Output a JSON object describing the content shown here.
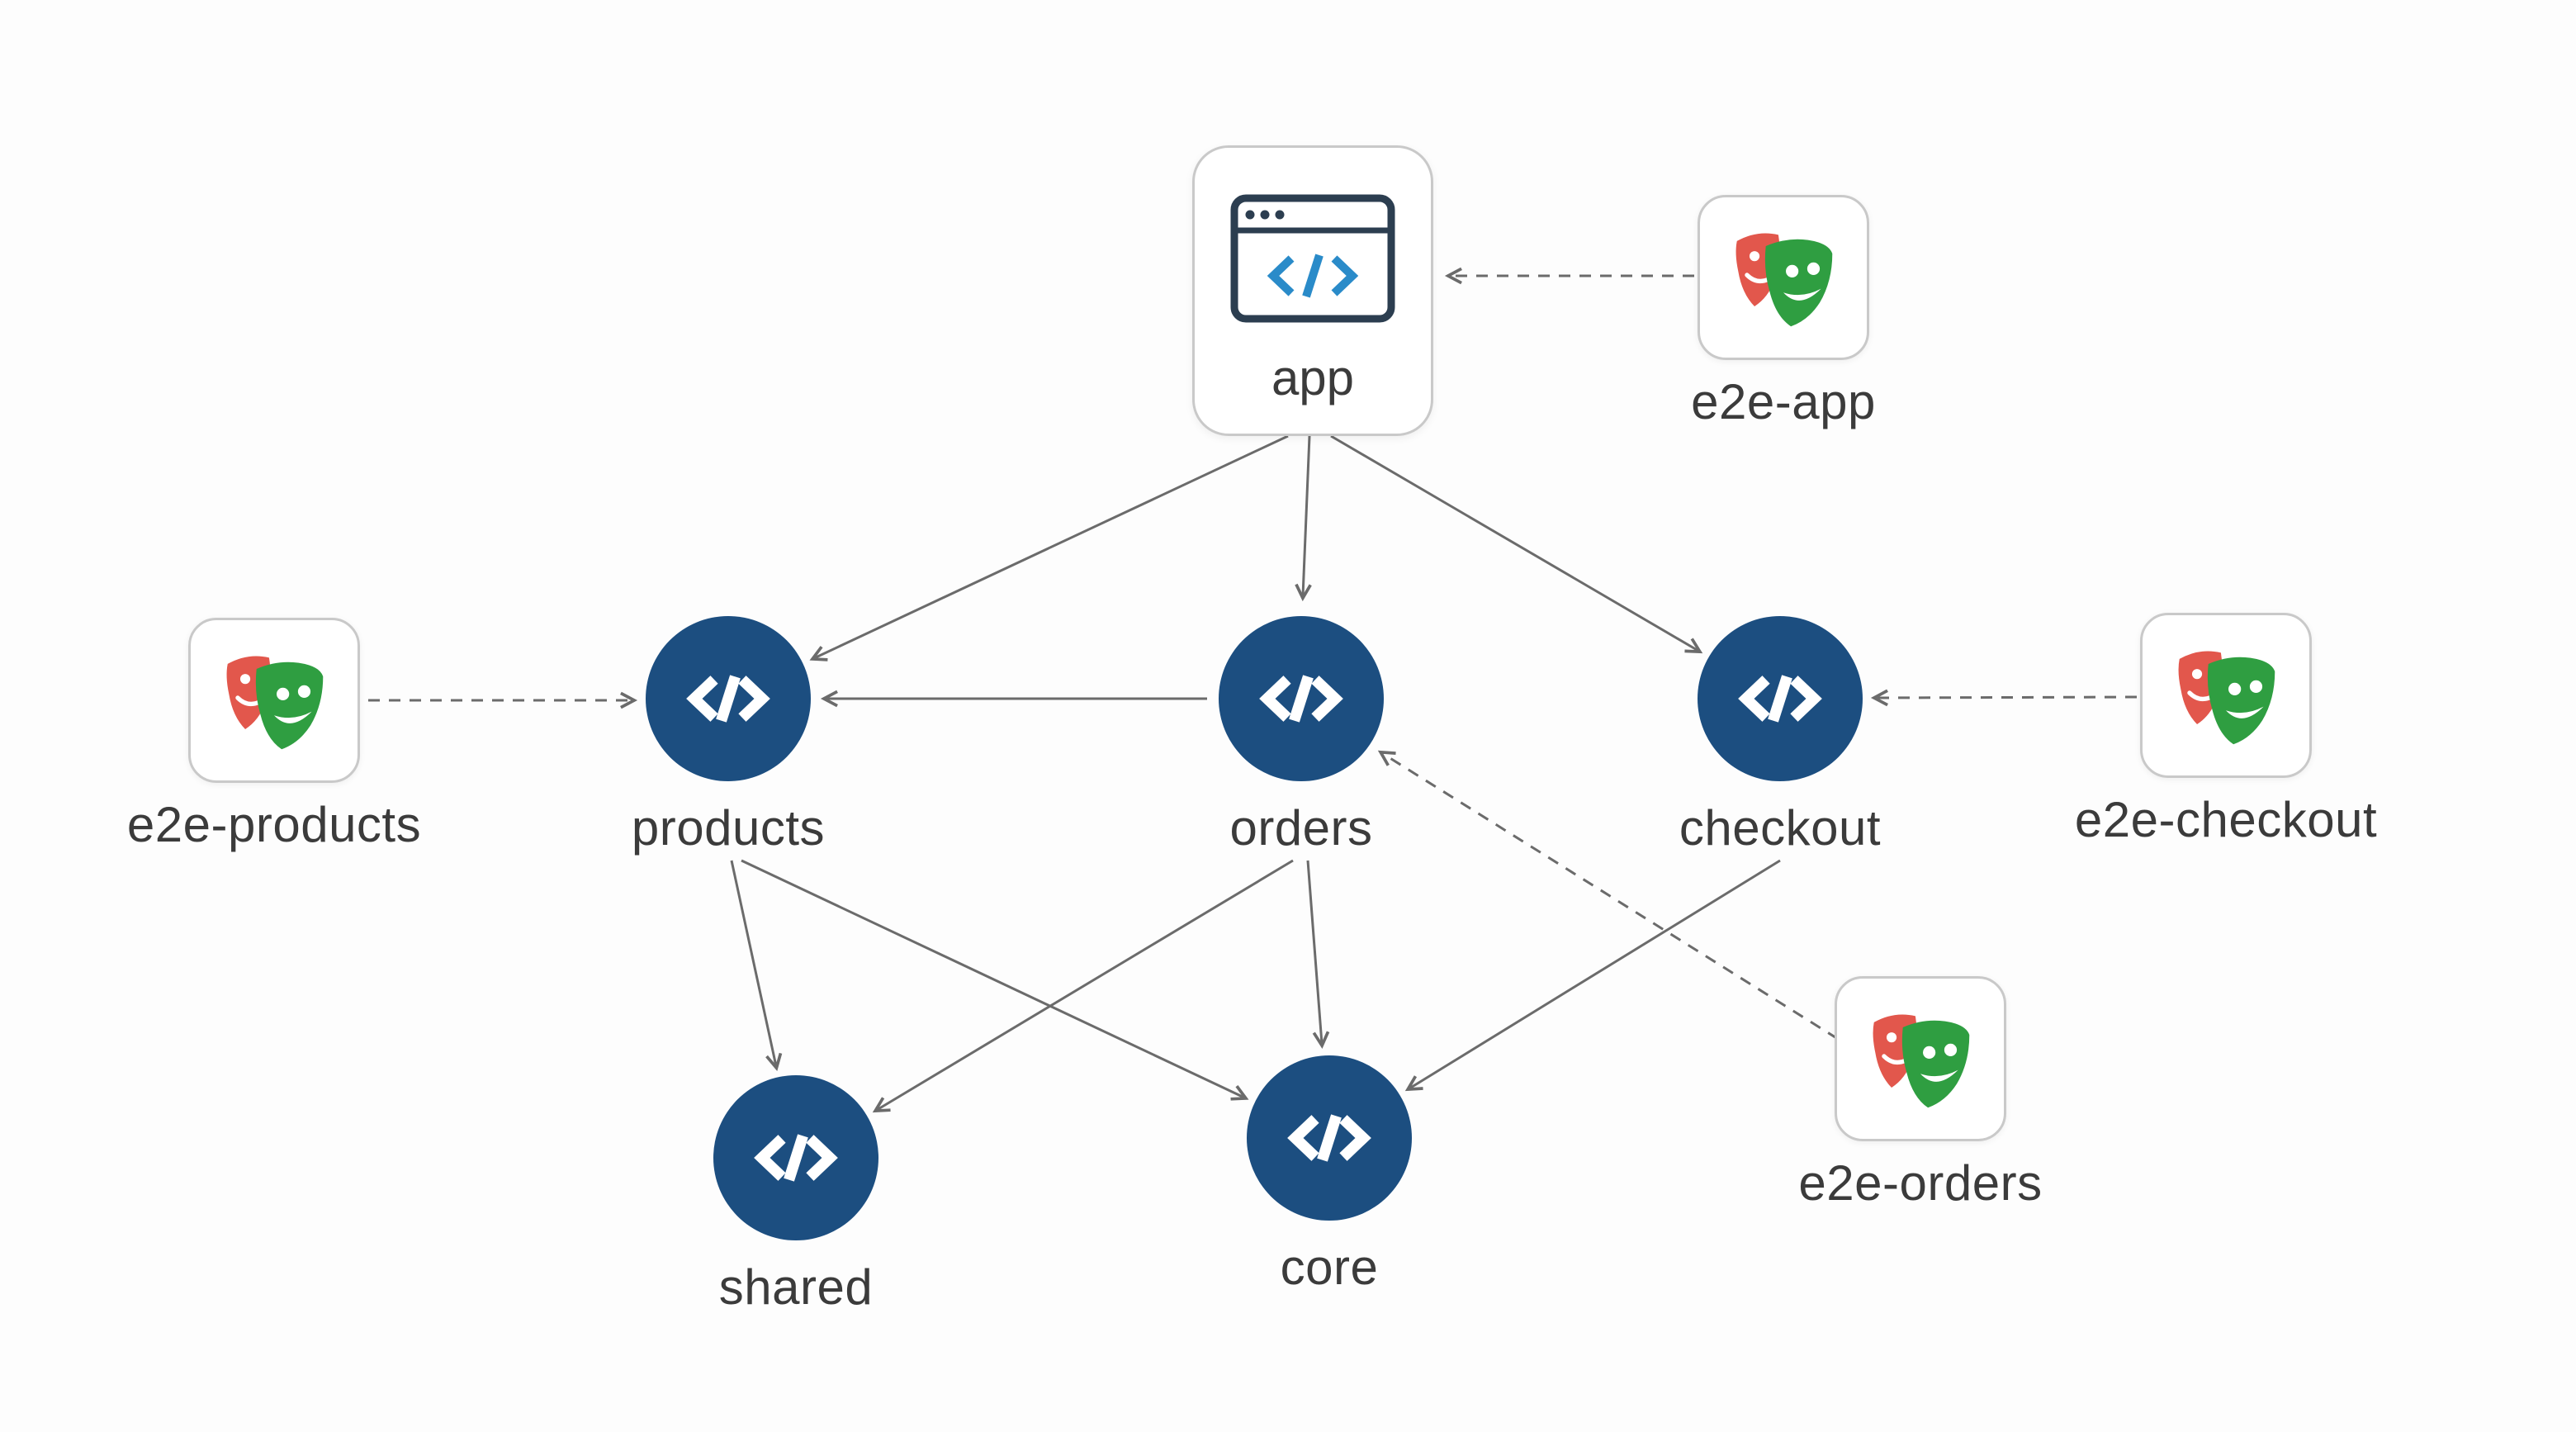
{
  "diagram": {
    "type": "dependency-graph",
    "nodes": {
      "app": {
        "label": "app",
        "kind": "application"
      },
      "e2e-app": {
        "label": "e2e-app",
        "kind": "e2e"
      },
      "products": {
        "label": "products",
        "kind": "library"
      },
      "orders": {
        "label": "orders",
        "kind": "library"
      },
      "checkout": {
        "label": "checkout",
        "kind": "library"
      },
      "shared": {
        "label": "shared",
        "kind": "library"
      },
      "core": {
        "label": "core",
        "kind": "library"
      },
      "e2e-products": {
        "label": "e2e-products",
        "kind": "e2e"
      },
      "e2e-checkout": {
        "label": "e2e-checkout",
        "kind": "e2e"
      },
      "e2e-orders": {
        "label": "e2e-orders",
        "kind": "e2e"
      }
    },
    "edges": [
      {
        "from": "app",
        "to": "products",
        "style": "solid"
      },
      {
        "from": "app",
        "to": "orders",
        "style": "solid"
      },
      {
        "from": "app",
        "to": "checkout",
        "style": "solid"
      },
      {
        "from": "orders",
        "to": "products",
        "style": "solid"
      },
      {
        "from": "products",
        "to": "shared",
        "style": "solid"
      },
      {
        "from": "products",
        "to": "core",
        "style": "solid"
      },
      {
        "from": "orders",
        "to": "shared",
        "style": "solid"
      },
      {
        "from": "orders",
        "to": "core",
        "style": "solid"
      },
      {
        "from": "checkout",
        "to": "core",
        "style": "solid"
      },
      {
        "from": "e2e-app",
        "to": "app",
        "style": "dashed"
      },
      {
        "from": "e2e-products",
        "to": "products",
        "style": "dashed"
      },
      {
        "from": "e2e-checkout",
        "to": "checkout",
        "style": "dashed"
      },
      {
        "from": "e2e-orders",
        "to": "orders",
        "style": "dashed"
      }
    ],
    "icons": {
      "code-icon": "</> code glyph in blue circle",
      "browser-window-icon": "browser window with </> and three dots",
      "playwright-masks-icon": "two theater masks (coral + green)"
    },
    "colors": {
      "background": "#fdfdfd",
      "node_blue": "#1c4e80",
      "icon_white": "#ffffff",
      "label": "#3b3b3b",
      "edge": "#6b6b6b",
      "card_border": "#c9c9c9",
      "card_bg": "#ffffff",
      "browser_outline": "#2c3e50",
      "code_blue": "#2a8bc9",
      "mask_coral": "#e2574c",
      "mask_green": "#2f9e41"
    }
  }
}
